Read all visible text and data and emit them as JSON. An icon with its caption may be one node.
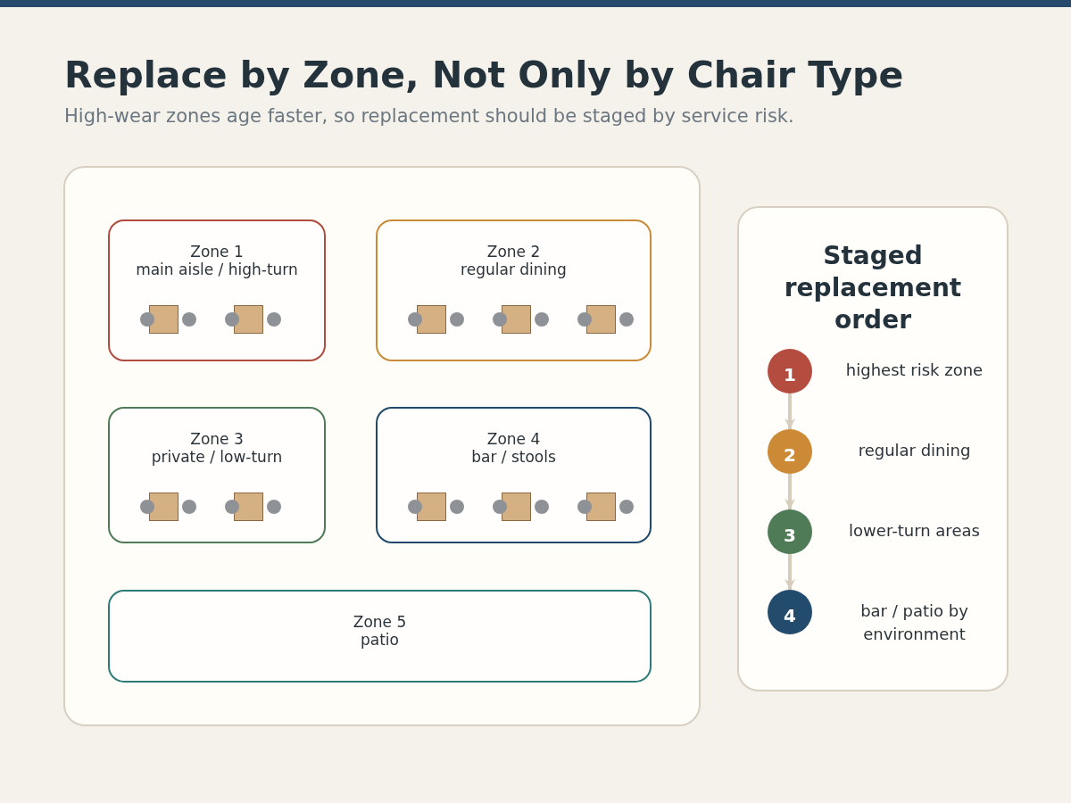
{
  "diagram": {
    "title": "Replace by Zone, Not Only by Chair Type",
    "nodes": [
      {
        "text": [],
        "shape": "box"
      },
      {
        "text": [
          "Zone 1",
          "main aisle / high-turn"
        ],
        "in": 0
      },
      {
        "text": [
          "Zone 2",
          "regular dining"
        ],
        "in": 0
      },
      {
        "text": [
          "Zone 3",
          "private / low-turn"
        ],
        "in": 0
      },
      {
        "text": [
          "Zone 4",
          "bar / stools"
        ],
        "in": 0
      },
      {
        "text": [
          "Zone 5",
          "patio"
        ],
        "in": 0
      },
      {
        "text": [
          "Staged replacement order"
        ]
      },
      {
        "text": [
          "1"
        ],
        "beside": [
          "highest risk zone"
        ],
        "in": 6
      },
      {
        "text": [
          "2"
        ],
        "beside": [
          "regular dining"
        ],
        "in": 6
      },
      {
        "text": [
          "3"
        ],
        "beside": [
          "lower-turn areas"
        ],
        "in": 6
      },
      {
        "text": [
          "4"
        ],
        "beside": [
          "bar / patio by environment"
        ],
        "in": 6
      }
    ],
    "edges": [
      {
        "from": 7,
        "to": 8,
        "arrow": "to"
      },
      {
        "from": 8,
        "to": 9,
        "arrow": "to"
      },
      {
        "from": 9,
        "to": 10,
        "arrow": "to"
      }
    ],
    "labels": [
      "High-wear zones age faster, so replacement should be staged by service risk."
    ]
  }
}
